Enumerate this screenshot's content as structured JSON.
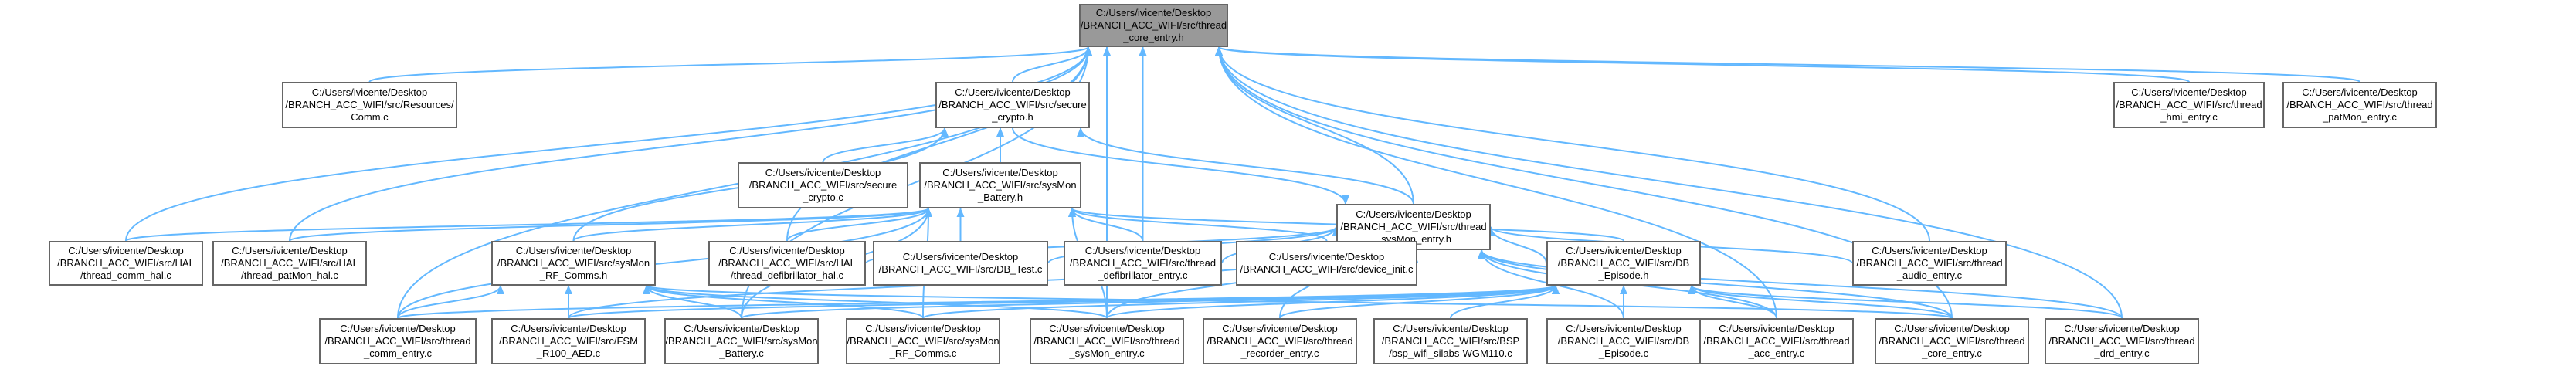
{
  "edge_color": "#63b8ff",
  "node_border_color": "#666666",
  "root_fill_color": "#999999",
  "nodes": {
    "n0": [
      "C:/Users/ivicente/Desktop",
      "/BRANCH_ACC_WIFI/src/thread",
      "_core_entry.h"
    ],
    "n1": [
      "C:/Users/ivicente/Desktop",
      "/BRANCH_ACC_WIFI/src/Resources/",
      "Comm.c"
    ],
    "n2": [
      "C:/Users/ivicente/Desktop",
      "/BRANCH_ACC_WIFI/src/secure",
      "_crypto.h"
    ],
    "n3": [
      "C:/Users/ivicente/Desktop",
      "/BRANCH_ACC_WIFI/src/thread",
      "_hmi_entry.c"
    ],
    "n4": [
      "C:/Users/ivicente/Desktop",
      "/BRANCH_ACC_WIFI/src/thread",
      "_patMon_entry.c"
    ],
    "n5": [
      "C:/Users/ivicente/Desktop",
      "/BRANCH_ACC_WIFI/src/secure",
      "_crypto.c"
    ],
    "n6": [
      "C:/Users/ivicente/Desktop",
      "/BRANCH_ACC_WIFI/src/sysMon",
      "_Battery.h"
    ],
    "n7": [
      "C:/Users/ivicente/Desktop",
      "/BRANCH_ACC_WIFI/src/thread",
      "_sysMon_entry.h"
    ],
    "n8": [
      "C:/Users/ivicente/Desktop",
      "/BRANCH_ACC_WIFI/src/HAL",
      "/thread_comm_hal.c"
    ],
    "n9": [
      "C:/Users/ivicente/Desktop",
      "/BRANCH_ACC_WIFI/src/HAL",
      "/thread_patMon_hal.c"
    ],
    "n10": [
      "C:/Users/ivicente/Desktop",
      "/BRANCH_ACC_WIFI/src/sysMon",
      "_RF_Comms.h"
    ],
    "n11": [
      "C:/Users/ivicente/Desktop",
      "/BRANCH_ACC_WIFI/src/HAL",
      "/thread_defibrillator_hal.c"
    ],
    "n12": [
      "C:/Users/ivicente/Desktop",
      "/BRANCH_ACC_WIFI/src/DB_Test.c"
    ],
    "n13": [
      "C:/Users/ivicente/Desktop",
      "/BRANCH_ACC_WIFI/src/thread",
      "_defibrillator_entry.c"
    ],
    "n14": [
      "C:/Users/ivicente/Desktop",
      "/BRANCH_ACC_WIFI/src/device_init.c"
    ],
    "n15": [
      "C:/Users/ivicente/Desktop",
      "/BRANCH_ACC_WIFI/src/DB",
      "_Episode.h"
    ],
    "n16": [
      "C:/Users/ivicente/Desktop",
      "/BRANCH_ACC_WIFI/src/thread",
      "_audio_entry.c"
    ],
    "n17": [
      "C:/Users/ivicente/Desktop",
      "/BRANCH_ACC_WIFI/src/thread",
      "_comm_entry.c"
    ],
    "n18": [
      "C:/Users/ivicente/Desktop",
      "/BRANCH_ACC_WIFI/src/FSM",
      "_R100_AED.c"
    ],
    "n19": [
      "C:/Users/ivicente/Desktop",
      "/BRANCH_ACC_WIFI/src/sysMon",
      "_Battery.c"
    ],
    "n20": [
      "C:/Users/ivicente/Desktop",
      "/BRANCH_ACC_WIFI/src/sysMon",
      "_RF_Comms.c"
    ],
    "n21": [
      "C:/Users/ivicente/Desktop",
      "/BRANCH_ACC_WIFI/src/thread",
      "_sysMon_entry.c"
    ],
    "n22": [
      "C:/Users/ivicente/Desktop",
      "/BRANCH_ACC_WIFI/src/thread",
      "_recorder_entry.c"
    ],
    "n23": [
      "C:/Users/ivicente/Desktop",
      "/BRANCH_ACC_WIFI/src/BSP",
      "/bsp_wifi_silabs-WGM110.c"
    ],
    "n24": [
      "C:/Users/ivicente/Desktop",
      "/BRANCH_ACC_WIFI/src/DB",
      "_Episode.c"
    ],
    "n25": [
      "C:/Users/ivicente/Desktop",
      "/BRANCH_ACC_WIFI/src/thread",
      "_acc_entry.c"
    ],
    "n26": [
      "C:/Users/ivicente/Desktop",
      "/BRANCH_ACC_WIFI/src/thread",
      "_core_entry.c"
    ],
    "n27": [
      "C:/Users/ivicente/Desktop",
      "/BRANCH_ACC_WIFI/src/thread",
      "_drd_entry.c"
    ]
  },
  "edges": [
    [
      "n1",
      "n0"
    ],
    [
      "n2",
      "n0"
    ],
    [
      "n3",
      "n0"
    ],
    [
      "n4",
      "n0"
    ],
    [
      "n7",
      "n0"
    ],
    [
      "n8",
      "n0"
    ],
    [
      "n9",
      "n0"
    ],
    [
      "n11",
      "n0"
    ],
    [
      "n13",
      "n0"
    ],
    [
      "n16",
      "n0"
    ],
    [
      "n17",
      "n0"
    ],
    [
      "n19",
      "n0"
    ],
    [
      "n21",
      "n0"
    ],
    [
      "n25",
      "n0"
    ],
    [
      "n26",
      "n0"
    ],
    [
      "n27",
      "n0"
    ],
    [
      "n5",
      "n2"
    ],
    [
      "n6",
      "n2"
    ],
    [
      "n7",
      "n2"
    ],
    [
      "n10",
      "n2"
    ],
    [
      "n2",
      "n7"
    ],
    [
      "n8",
      "n6"
    ],
    [
      "n9",
      "n6"
    ],
    [
      "n10",
      "n6"
    ],
    [
      "n11",
      "n6"
    ],
    [
      "n12",
      "n6"
    ],
    [
      "n13",
      "n6"
    ],
    [
      "n14",
      "n6"
    ],
    [
      "n15",
      "n6"
    ],
    [
      "n17",
      "n6"
    ],
    [
      "n19",
      "n6"
    ],
    [
      "n20",
      "n6"
    ],
    [
      "n21",
      "n6"
    ],
    [
      "n11",
      "n7"
    ],
    [
      "n12",
      "n7"
    ],
    [
      "n13",
      "n7"
    ],
    [
      "n14",
      "n7"
    ],
    [
      "n15",
      "n7"
    ],
    [
      "n16",
      "n7"
    ],
    [
      "n21",
      "n7"
    ],
    [
      "n22",
      "n7"
    ],
    [
      "n24",
      "n7"
    ],
    [
      "n25",
      "n7"
    ],
    [
      "n26",
      "n7"
    ],
    [
      "n27",
      "n7"
    ],
    [
      "n18",
      "n7"
    ],
    [
      "n17",
      "n10"
    ],
    [
      "n18",
      "n10"
    ],
    [
      "n19",
      "n10"
    ],
    [
      "n20",
      "n10"
    ],
    [
      "n21",
      "n10"
    ],
    [
      "n26",
      "n10"
    ],
    [
      "n18",
      "n15"
    ],
    [
      "n19",
      "n15"
    ],
    [
      "n20",
      "n15"
    ],
    [
      "n21",
      "n15"
    ],
    [
      "n22",
      "n15"
    ],
    [
      "n23",
      "n15"
    ],
    [
      "n24",
      "n15"
    ],
    [
      "n25",
      "n15"
    ],
    [
      "n26",
      "n15"
    ],
    [
      "n27",
      "n15"
    ],
    [
      "n17",
      "n15"
    ]
  ]
}
